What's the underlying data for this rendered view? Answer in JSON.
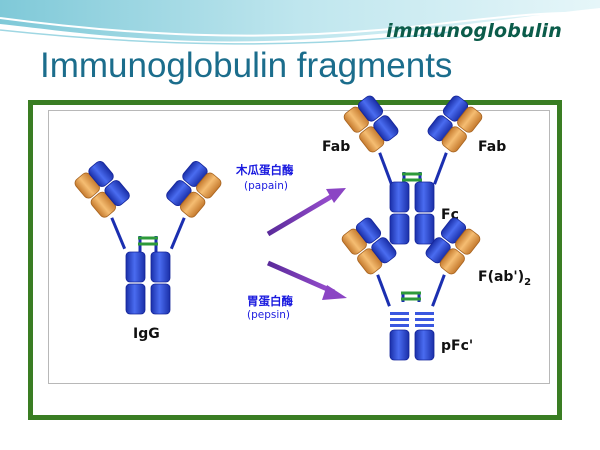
{
  "slide": {
    "brand": "immunoglobulin",
    "title": "Immunoglobulin fragments"
  },
  "diagram": {
    "igg_label": "IgG",
    "papain": {
      "chinese": "木瓜蛋白酶",
      "english": "(papain)"
    },
    "pepsin": {
      "chinese": "胃蛋白酶",
      "english": "(pepsin)"
    },
    "fab_left_label": "Fab",
    "fab_right_label": "Fab",
    "fc_label": "Fc",
    "fab2_label": "F(ab')",
    "fab2_subscript": "2",
    "pfc_label": "pFc'"
  },
  "colors": {
    "heavy_chain": "#2a47d6",
    "light_chain": "#e8a050",
    "disulfide": "#2d9a3a",
    "arrow": "#7a3bb0",
    "frame_border": "#3a7d23",
    "title": "#1b6d8c"
  }
}
